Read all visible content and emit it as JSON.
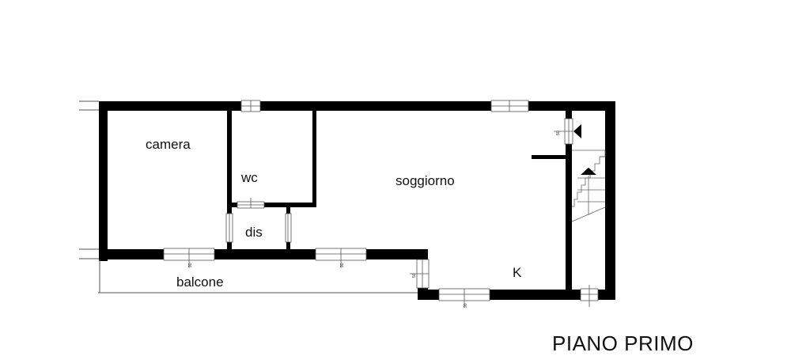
{
  "plan": {
    "title": "PIANO PRIMO",
    "rooms": {
      "camera": "camera",
      "wc": "wc",
      "soggiorno": "soggiorno",
      "dis": "dis",
      "balcone": "balcone",
      "kitchen": "K"
    },
    "colors": {
      "wall": "#000000",
      "line": "#555555",
      "background": "#ffffff"
    },
    "icons": {
      "stair_arrow_up": "triangle-up-icon",
      "stair_arrow_left": "triangle-left-icon"
    }
  }
}
